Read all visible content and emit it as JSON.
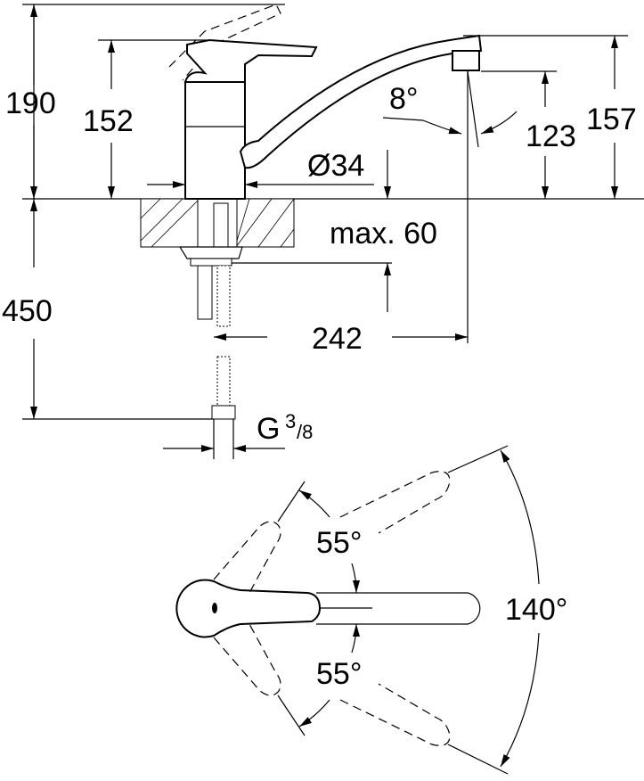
{
  "drawing": {
    "side_view": {
      "dim_total_height": "190",
      "dim_handle_height": "152",
      "dim_spout_height": "157",
      "dim_outlet_height": "123",
      "dim_outlet_angle": "8°",
      "dim_body_diameter": "Ø34",
      "dim_max_counter": "max. 60",
      "dim_spout_reach": "242",
      "dim_hose_length": "450",
      "thread_label": "G",
      "thread_num": "3",
      "thread_den": "/8"
    },
    "top_view": {
      "dim_angle_upper": "55°",
      "dim_angle_lower": "55°",
      "dim_total_swivel": "140°"
    }
  }
}
